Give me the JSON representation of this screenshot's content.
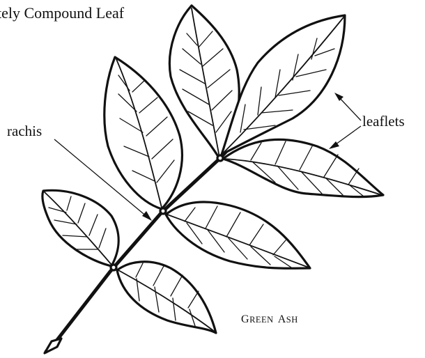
{
  "title": "tely Compound Leaf",
  "labels": {
    "rachis": "rachis",
    "leaflets": "leaflets",
    "species": {
      "first_initial": "G",
      "first_rest": "REEN",
      "second_initial": "A",
      "second_rest": "SH"
    }
  }
}
